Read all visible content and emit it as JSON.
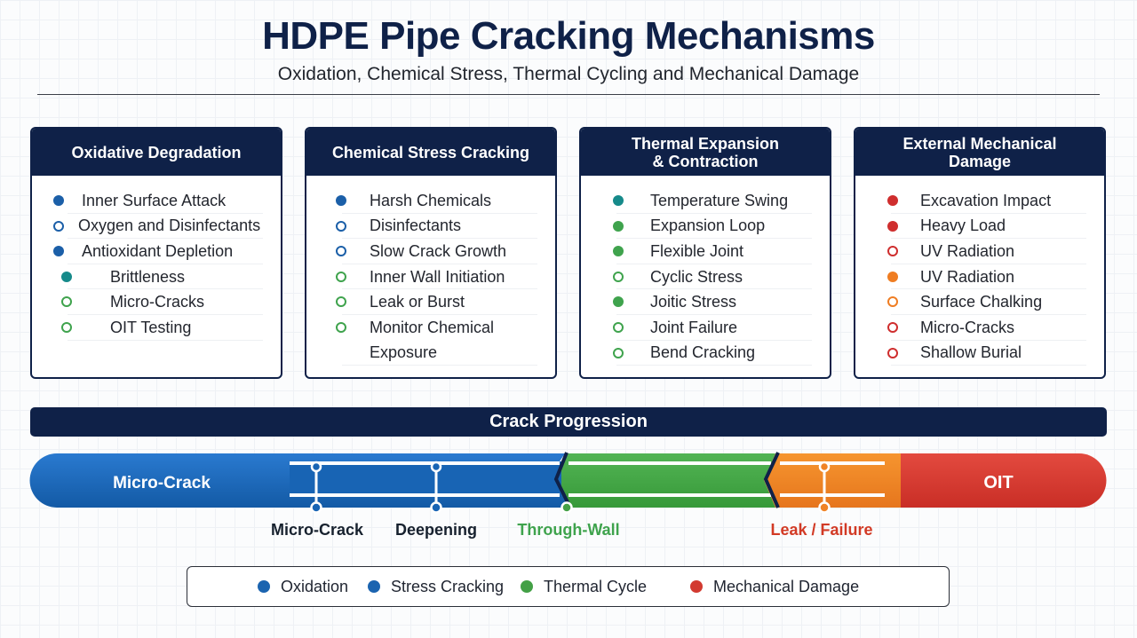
{
  "header": {
    "title": "HDPE Pipe Cracking Mechanisms",
    "subtitle": "Oxidation, Chemical Stress, Thermal Cycling and Mechanical Damage"
  },
  "panels": [
    {
      "title": "Oxidative Degradation",
      "items": [
        {
          "text": "Inner Surface Attack",
          "bullet": "filled",
          "color": "#1b5fa8"
        },
        {
          "text": "Oxygen and Disinfectants",
          "bullet": "ring",
          "color": "#1b5fa8"
        },
        {
          "text": "Antioxidant Depletion",
          "bullet": "filled",
          "color": "#1b5fa8"
        },
        {
          "text": "Brittleness",
          "bullet": "filled",
          "color": "#168a8a"
        },
        {
          "text": "Micro-Cracks",
          "bullet": "ring",
          "color": "#3fa34d"
        },
        {
          "text": "OIT Testing",
          "bullet": "ring",
          "color": "#3fa34d"
        }
      ]
    },
    {
      "title": "Chemical Stress Cracking",
      "items": [
        {
          "text": "Harsh Chemicals",
          "bullet": "filled",
          "color": "#1b5fa8"
        },
        {
          "text": "Disinfectants",
          "bullet": "ring",
          "color": "#1b5fa8"
        },
        {
          "text": "Slow Crack Growth",
          "bullet": "ring",
          "color": "#1b5fa8"
        },
        {
          "text": "Inner Wall Initiation",
          "bullet": "ring",
          "color": "#3fa34d"
        },
        {
          "text": "Leak or Burst",
          "bullet": "ring",
          "color": "#3fa34d"
        },
        {
          "text": "Monitor Chemical",
          "bullet": "ring",
          "color": "#3fa34d"
        },
        {
          "text": "Exposure",
          "bullet": "none",
          "color": ""
        }
      ]
    },
    {
      "title": "Thermal Expansion\n& Contraction",
      "items": [
        {
          "text": "Temperature Swing",
          "bullet": "filled",
          "color": "#168a8a"
        },
        {
          "text": "Expansion Loop",
          "bullet": "filled",
          "color": "#3fa34d"
        },
        {
          "text": "Flexible Joint",
          "bullet": "filled",
          "color": "#3fa34d"
        },
        {
          "text": "Cyclic Stress",
          "bullet": "ring",
          "color": "#3fa34d"
        },
        {
          "text": "Joitic Stress",
          "bullet": "filled",
          "color": "#3fa34d"
        },
        {
          "text": "Joint Failure",
          "bullet": "ring",
          "color": "#3fa34d"
        },
        {
          "text": "Bend Cracking",
          "bullet": "ring",
          "color": "#3fa34d"
        }
      ]
    },
    {
      "title": "External Mechanical\nDamage",
      "items": [
        {
          "text": "Excavation Impact",
          "bullet": "filled",
          "color": "#cf2e2e"
        },
        {
          "text": "Heavy Load",
          "bullet": "filled",
          "color": "#cf2e2e"
        },
        {
          "text": "UV Radiation",
          "bullet": "ring",
          "color": "#cf2e2e"
        },
        {
          "text": "UV Radiation",
          "bullet": "filled",
          "color": "#ef7d22"
        },
        {
          "text": "Surface Chalking",
          "bullet": "ring",
          "color": "#ef7d22"
        },
        {
          "text": "Micro-Cracks",
          "bullet": "ring",
          "color": "#cf2e2e"
        },
        {
          "text": "Shallow Burial",
          "bullet": "ring",
          "color": "#cf2e2e"
        }
      ]
    }
  ],
  "progression": {
    "title": "Crack Progression",
    "start_label": "Micro-Crack",
    "end_label": "OIT",
    "stages": [
      {
        "label": "Micro-Crack",
        "color": "#17212e"
      },
      {
        "label": "Deepening",
        "color": "#17212e"
      },
      {
        "label": "Through-Wall",
        "color": "#3fa34d"
      },
      {
        "label": "Leak / Failure",
        "color": "#d23a25"
      }
    ],
    "colors": {
      "blue": "#1864b4",
      "green": "#43a046",
      "orange": "#f08326",
      "red": "#d73a30",
      "navy": "#0f2148"
    }
  },
  "legend": [
    {
      "label": "Oxidation",
      "color": "#1b64b0"
    },
    {
      "label": "Stress Cracking",
      "color": "#1b64b0"
    },
    {
      "label": "Thermal Cycle",
      "color": "#43a046"
    },
    {
      "label": "Mechanical Damage",
      "color": "#d23a30"
    }
  ]
}
